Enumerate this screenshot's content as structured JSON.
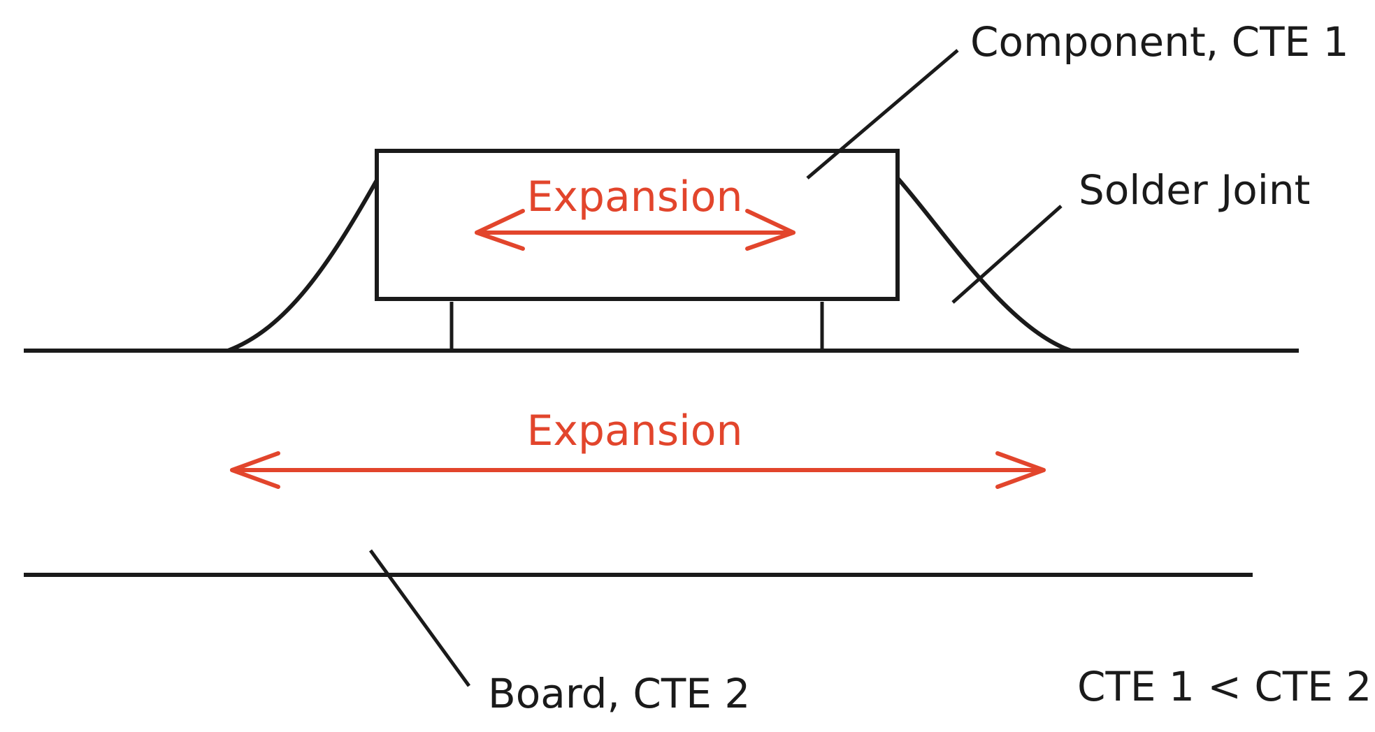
{
  "labels": {
    "component": "Component, CTE 1",
    "solder_joint": "Solder Joint",
    "expansion_component": "Expansion",
    "expansion_board": "Expansion",
    "board": "Board, CTE 2",
    "relation": "CTE 1 <  CTE 2"
  },
  "colors": {
    "line": "#1a1a1a",
    "expansion": "#e2452c",
    "background": "#ffffff"
  }
}
